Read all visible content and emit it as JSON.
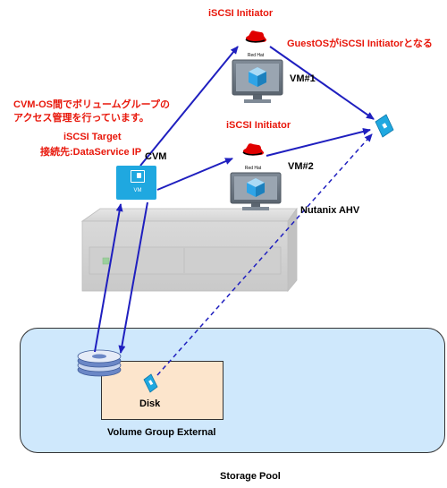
{
  "initiator_top_label": "iSCSI Initiator",
  "guest_note": "GuestOSがiSCSI Initiatorとなる",
  "vm1_label": "VM#1",
  "cvm_note_line1": "CVM-OS間でボリュームグループの",
  "cvm_note_line2": "アクセス管理を行っています。",
  "target_line1": "iSCSI Target",
  "target_line2": "接続先:DataService IP",
  "cvm_label": "CVM",
  "cvm_icon_text": "VM",
  "initiator_mid_label": "iSCSI Initiator",
  "vm2_label": "VM#2",
  "ahv_label": "Nutanix AHV",
  "redhat_text": "Red Hat",
  "disk_label": "Disk",
  "vg_label": "Volume Group External",
  "pool_label": "Storage Pool",
  "colors": {
    "annotation_red": "#e8170b",
    "arrow_blue": "#1f1fbf",
    "accent_cyan": "#1fa8e0",
    "pool_fill": "#cfe8fc",
    "vg_fill": "#fce5cc"
  },
  "icons": [
    "redhat-logo",
    "vm-monitor-icon",
    "cvm-icon",
    "server-chassis",
    "volume-disk-stack",
    "iscsi-device-icon",
    "disk-icon"
  ]
}
